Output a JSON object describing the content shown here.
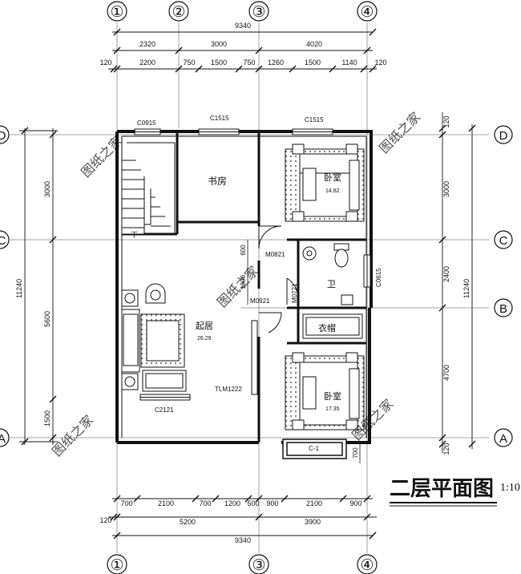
{
  "drawing": {
    "title": "二层平面图",
    "scale": "1:10",
    "watermark": "图纸之家"
  },
  "axes": {
    "vertical": [
      "①",
      "②",
      "③",
      "④"
    ],
    "horizontal": [
      "D",
      "C",
      "B",
      "A"
    ]
  },
  "dims_top": {
    "total": "9340",
    "row1": [
      "2320",
      "3000",
      "4020"
    ],
    "row2": [
      "120",
      "2200",
      "750",
      "1500",
      "750",
      "1260",
      "1500",
      "1140",
      "120"
    ]
  },
  "dims_bottom": {
    "row1": [
      "700",
      "2100",
      "700",
      "1200",
      "500",
      "900",
      "2100",
      "900"
    ],
    "row2": [
      "120",
      "5200",
      "3900"
    ],
    "total": "9340"
  },
  "dims_left": {
    "total": "11240",
    "parts": [
      "3000",
      "5600",
      "1500"
    ]
  },
  "dims_right": {
    "total": "11240",
    "parts": [
      "120",
      "3000",
      "2400",
      "4700",
      "120"
    ]
  },
  "dims_internal": [
    "600",
    "1300",
    "700"
  ],
  "openings": {
    "c0915": "C0915",
    "c1515a": "C1515",
    "c1515b": "C1515",
    "m0821": "M0821",
    "m0921": "M0921",
    "m0721": "M0721",
    "c0615": "C0615",
    "tlm1222": "TLM1222",
    "c2121": "C2121",
    "c1": "C-1"
  },
  "rooms": {
    "study": "书房",
    "bedroom1": "卧室",
    "bedroom1_area": "14.82",
    "bath": "卫",
    "wardrobe": "衣帽",
    "living": "起居",
    "living_area": "26.29",
    "bedroom2": "卧室",
    "bedroom2_area": "17.35",
    "stair_down": "下"
  }
}
